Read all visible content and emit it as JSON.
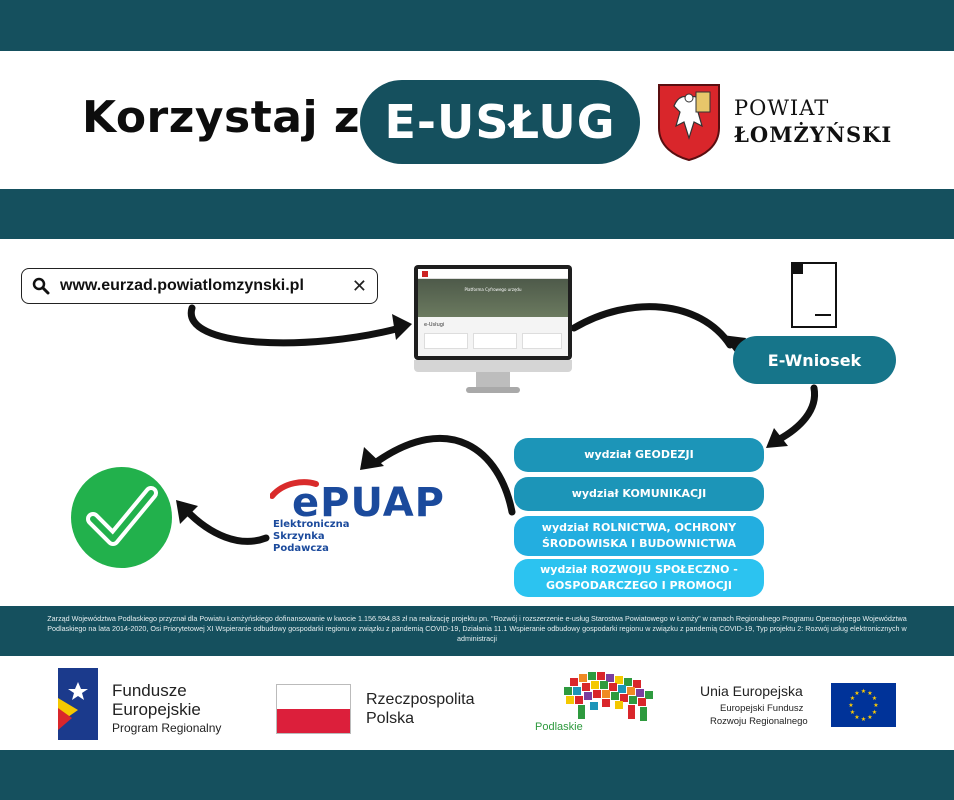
{
  "header": {
    "headline": "Korzystaj z",
    "highlight": "E-USŁUG",
    "brand_line1": "POWIAT",
    "brand_line2": "ŁOMŻYŃSKI"
  },
  "flow": {
    "url": "www.eurzad.powiatlomzynski.pl",
    "screen_title": "Platforma Cyfrowego urzędu",
    "screen_section": "e-Usługi",
    "e_wniosek": "E-Wniosek",
    "departments": [
      "wydział GEODEZJI",
      "wydział KOMUNIKACJI",
      "wydział ROLNICTWA, OCHRONY ŚRODOWISKA I BUDOWNICTWA",
      "wydział ROZWOJU SPOŁECZNO -GOSPODARCZEGO I PROMOCJI"
    ],
    "epuap_logo": "ePUAP",
    "esp_line1": "Elektroniczna",
    "esp_line2": "Skrzynka",
    "esp_line3": "Podawcza"
  },
  "funding_note": "Zarząd Województwa Podlaskiego przyznał dla Powiatu Łomżyńskiego dofinansowanie w kwocie 1.156.594,83 zł na realizację projektu pn. \"Rozwój i rozszerzenie e-usług Starostwa Powiatowego w Łomży\" w ramach Regionalnego Programu Operacyjnego Województwa Podlaskiego na lata 2014-2020, Osi Priorytetowej XI Wspieranie odbudowy gospodarki regionu w związku z pandemią COVID-19, Działania 11.1 Wspieranie odbudowy gospodarki regionu w związku z pandemią COVID-19, Typ projektu 2: Rozwój usług elektronicznych w administracji",
  "logos": {
    "fe_line1": "Fundusze",
    "fe_line2": "Europejskie",
    "fe_line3": "Program Regionalny",
    "rp_line1": "Rzeczpospolita",
    "rp_line2": "Polska",
    "podlaskie": "Podlaskie",
    "ue_line1": "Unia Europejska",
    "ue_line2": "Europejski Fundusz",
    "ue_line3": "Rozwoju Regionalnego"
  },
  "colors": {
    "band": "#15505e",
    "pill_dark": "#16758a",
    "check": "#22b14c",
    "arrow": "#111111"
  }
}
